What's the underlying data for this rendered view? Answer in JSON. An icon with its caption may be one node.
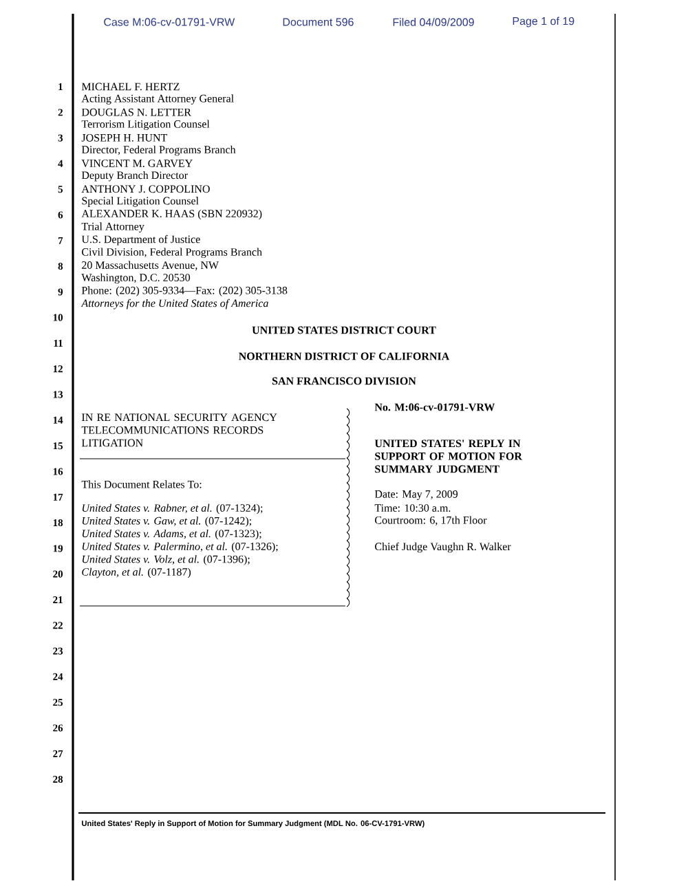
{
  "diagram": {
    "labels": [
      "Case M:06-cv-01791-VRW",
      "Document 596",
      "Filed 04/09/2009",
      "Page 1 of 19",
      "MICHAEL F. HERTZ",
      "Acting Assistant Attorney General",
      "DOUGLAS N. LETTER",
      "Terrorism Litigation Counsel",
      "JOSEPH H. HUNT",
      "Director, Federal Programs Branch",
      "VINCENT M. GARVEY",
      "Deputy Branch Director",
      "ANTHONY J. COPPOLINO",
      "Special Litigation Counsel",
      "ALEXANDER K. HAAS (SBN 220932)",
      "Trial Attorney",
      "U.S. Department of Justice",
      "Civil Division, Federal Programs Branch",
      "20 Massachusetts Avenue, NW",
      "Washington, D.C. 20530",
      "Phone: (202) 305-9334—Fax: (202) 305-3138",
      "Attorneys for the United States of America",
      "UNITED STATES DISTRICT COURT",
      "NORTHERN DISTRICT OF CALIFORNIA",
      "SAN FRANCISCO DIVISION",
      "IN RE NATIONAL SECURITY AGENCY TELECOMMUNICATIONS RECORDS LITIGATION",
      "This Document Relates To:",
      "*United States v. Rabner, et al.* (07-1324);",
      "*United States v. Gaw, et al.* (07-1242);",
      "*United States v. Adams, et al.* (07-1323);",
      "*United States v. Palermino, et al.* (07-1326);",
      "*United States v. Volz, et al.* (07-1396);",
      "*Clayton, et al.* (07-1187)",
      "No. M:06-cv-01791-VRW",
      "UNITED STATES' REPLY IN SUPPORT OF MOTION FOR SUMMARY JUDGMENT",
      "Date: May 7, 2009",
      "Time: 10:30 a.m.",
      "Courtroom: 6, 17th Floor",
      "Chief Judge Vaughn R. Walker",
      "1",
      "2",
      "3",
      "4",
      "5",
      "6",
      "7",
      "8",
      "9",
      "10",
      "11",
      "12",
      "13",
      "14",
      "15",
      "16",
      "17",
      "18",
      "19",
      "20",
      "21",
      "22",
      "23",
      "24",
      "25",
      "26",
      "27",
      "28",
      "United States' Reply in Support of Motion for Summary Judgment (MDL No. 06-CV-1791-VRW)"
    ]
  }
}
